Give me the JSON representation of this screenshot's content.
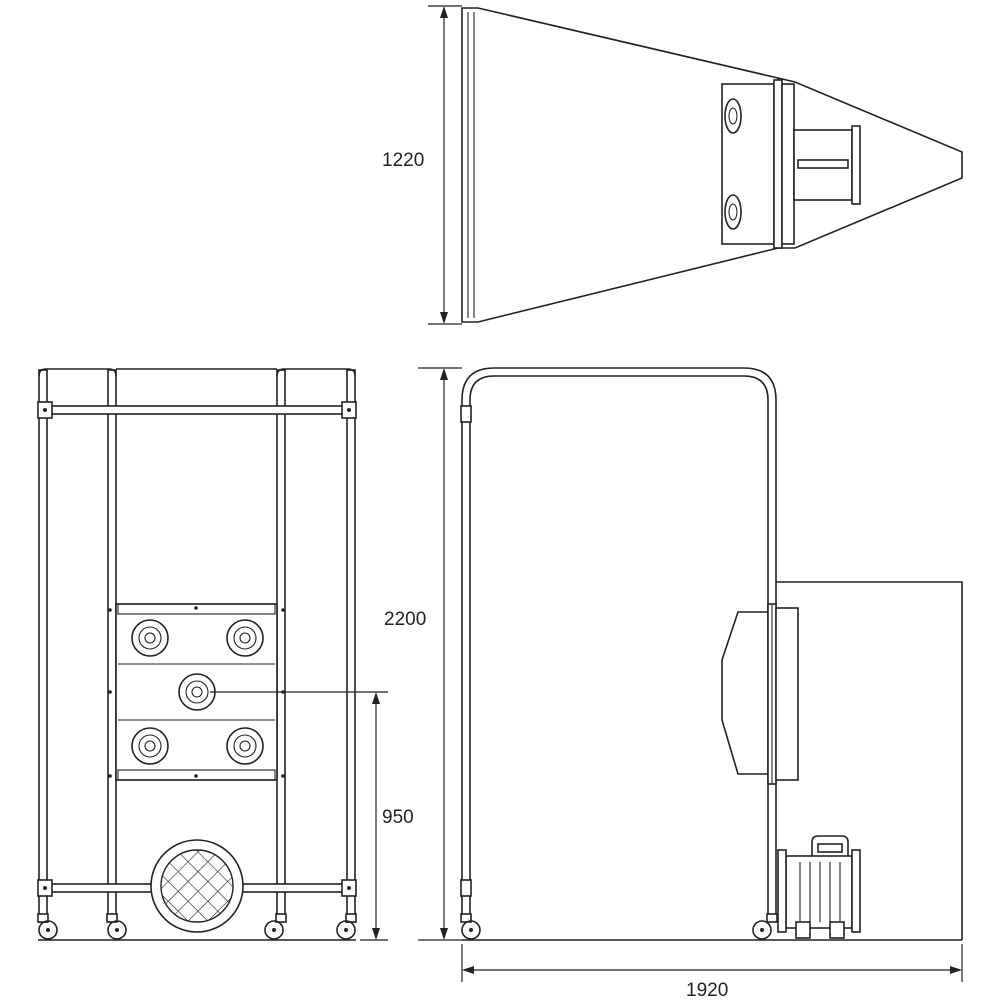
{
  "dimensions": {
    "top_depth": "1220",
    "height": "2200",
    "inlet_height": "950",
    "width": "1920"
  }
}
